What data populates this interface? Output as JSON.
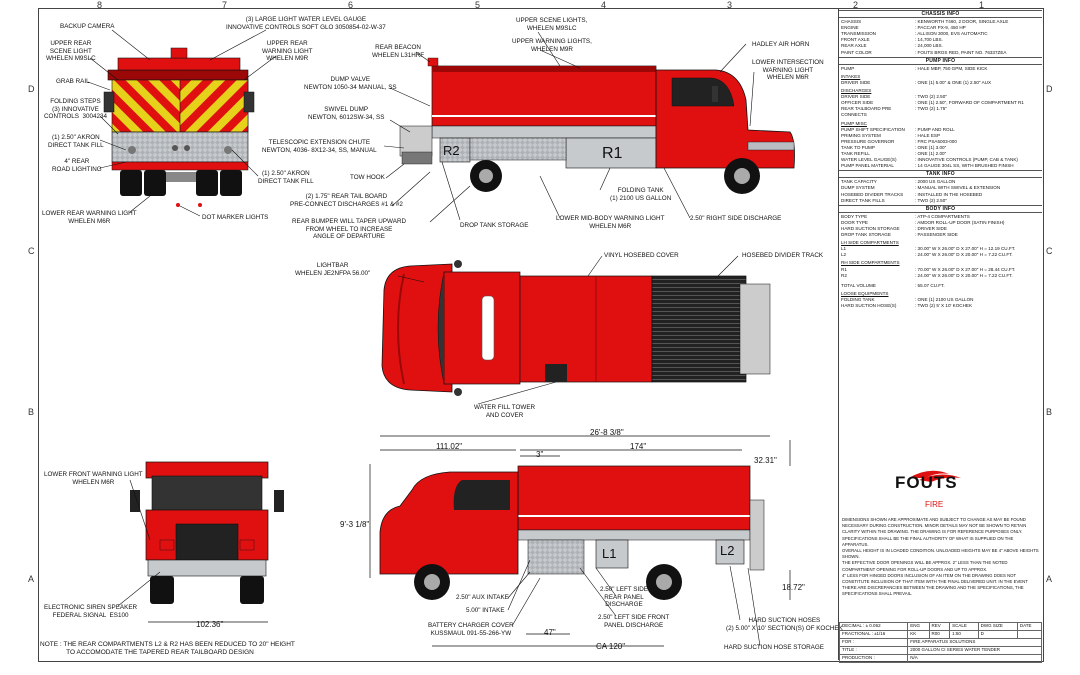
{
  "grid": {
    "top_numbers": [
      "8",
      "7",
      "6",
      "5",
      "4",
      "3",
      "2",
      "1"
    ],
    "side_letters": [
      "D",
      "C",
      "B",
      "A"
    ]
  },
  "callouts": {
    "backup_camera": "BACKUP CAMERA",
    "upper_rear_scene": "UPPER REAR\nSCENE LIGHT\nWHELEN M9SLC",
    "grab_rail": "GRAB RAIL",
    "folding_steps": "FOLDING STEPS\n(3) INNOVATIVE\nCONTROLS  3004234",
    "akron_fill_left": "(1) 2.50\" AKRON\nDIRECT TANK FILL",
    "road_lighting": "4\" REAR\nROAD LIGHTING",
    "lower_rear_warning": "LOWER REAR WARNING LIGHT\nWHELEN M6R",
    "dot_marker": "DOT MARKER LIGHTS",
    "akron_fill_right": "(1) 2.50\" AKRON\nDIRECT TANK FILL",
    "water_gauge": "(3) LARGE LIGHT WATER LEVEL GAUGE\nINNOVATIVE CONTROLS SOFT GLO 3050854-02-W-37",
    "upper_rear_warning": "UPPER REAR\nWARNING LIGHT\nWHELEN M9R",
    "rear_beacon": "REAR BEACON\nWHELEN L31HRF",
    "upper_scene": "UPPER SCENE LIGHTS,\nWHELEN M9SLC",
    "upper_warning": "UPPER WARNING LIGHTS,\nWHELEN M9R",
    "dump_valve": "DUMP VALVE\nNEWTON 1050-34 MANUAL, SS",
    "swivel_dump": "SWIVEL DUMP\nNEWTON, 6012SW-34, SS",
    "telescopic_chute": "TELESCOPIC EXTENSION CHUTE\nNEWTON, 4036- 8X12-34, SS, MANUAL",
    "tow_hook": "TOW HOOK",
    "preconnect": "(2) 1.75\" REAR TAIL BOARD\nPRE-CONNECT DISCHARGES #1 & #2",
    "rear_bumper": "REAR BUMPER WILL TAPER UPWARD\nFROM WHEEL TO INCREASE\nANGLE OF DEPARTURE",
    "drop_tank": "DROP TANK STORAGE",
    "lower_mid_body": "LOWER MID-BODY WARNING LIGHT\nWHELEN M6R",
    "folding_tank": "FOLDING TANK\n(1) 2100 US GALLON",
    "right_discharge": "2.50\" RIGHT SIDE DISCHARGE",
    "air_horn": "HADLEY AIR HORN",
    "lower_intersection": "LOWER INTERSECTION\nWARNING LIGHT\nWHELEN M6R",
    "lightbar": "LIGHTBAR\nWHELEN JE2NFPA 56.00\"",
    "vinyl_cover": "VINYL HOSEBED COVER",
    "hosebed_track": "HOSEBED DIVIDER TRACK",
    "fill_tower": "WATER FILL TOWER\nAND COVER",
    "lower_front_warning": "LOWER FRONT WARNING LIGHT\nWHELEN M6R",
    "siren_speaker": "ELECTRONIC SIREN SPEAKER\nFEDERAL SIGNAL  ES100",
    "aux_intake": "2.50\" AUX INTAKE",
    "intake_5": "5.00\" INTAKE",
    "battery_charger": "BATTERY CHARGER COVER\nKUSSMAUL 091-55-266-YW",
    "left_rear_discharge": "2.50\" LEFT SIDE\nREAR PANEL\nDISCHARGE",
    "left_front_discharge": "2.50\" LEFT SIDE FRONT\nPANEL DISCHARGE",
    "suction_hoses": "HARD SUCTION HOSES\n(2) 5.00\" X 10' SECTION(S) OF KOCHEK",
    "suction_storage": "HARD SUCTION HOSE  STORAGE"
  },
  "compartment_labels": {
    "r2": "R2",
    "r1": "R1",
    "l1": "L1",
    "l2": "L2"
  },
  "dimensions": {
    "overall_length": "26'-8 3/8\"",
    "front_section": "111.02\"",
    "body_len": "174\"",
    "small_gap": "3\"",
    "height": "9'-3 1/8\"",
    "overhang_top": "32.31\"",
    "rear_overhang": "18.72\"",
    "front_width": "102.36\"",
    "wheel_to_rear": "47\"",
    "ca": "CA 120\""
  },
  "bottom_note": "NOTE : THE REAR COMPARTMENTS L2 & R2 HAS BEEN REDUCED TO 20\" HEIGHT\nTO ACCOMODATE THE TAPERED REAR TAILBOARD DESIGN",
  "panel": {
    "chassis_title": "CHASSIS INFO",
    "chassis": [
      [
        "CHASSIS",
        ": KENWORTH T460, 2 DOOR, SINGLE AXLE"
      ],
      [
        "ENGINE",
        ": PACCAR PX-9, 450 HP"
      ],
      [
        "TRANSMISSION",
        ": ALLISON 3000, EVS AUTOMATIC"
      ],
      [
        "FRONT AXLE",
        ": 14,700 LBS."
      ],
      [
        "REAR AXLE",
        ": 24,000 LBS."
      ],
      [
        "PAINT COLOR",
        ": FOUTS BROS RED, PAINT NO. 76337ZEA"
      ]
    ],
    "pump_title": "PUMP INFO",
    "pump": [
      [
        "PUMP",
        ": HALE MBP, 750 GPM, SIDE KICK"
      ]
    ],
    "intakes_h": "INTAKES",
    "intakes": [
      [
        "DRIVER SIDE",
        ": ONE (1) 5.00\" & ONE (1) 2.50\" AUX"
      ]
    ],
    "discharges_h": "DISCHARGES",
    "discharges": [
      [
        "DRIVER SIDE",
        ": TWO (2) 2.50\""
      ],
      [
        "OFFICER SIDE",
        ": ONE (1) 2.50\", FORWARD OF COMPARTMENT R1"
      ],
      [
        "REAR TAILBOARD PRE CONNECTS",
        ": TWO (2) 1.75\""
      ]
    ],
    "pumpmisc_h": "PUMP MISC",
    "pumpmisc": [
      [
        "PUMP SHIFT SPECIFICATION",
        ": PUMP AND ROLL"
      ],
      [
        "PRIMING SYSTEM",
        ": HALE ESP"
      ],
      [
        "PRESSURE GOVERNOR",
        ": FRC PSA5003-000"
      ],
      [
        "TANK TO PUMP",
        ": ONE (1) 3.00\""
      ],
      [
        "TANK REFILL",
        ": ONE (1) 2.00\""
      ],
      [
        "WATER LEVEL GAUGE(S)",
        ": INNOVATIVE CONTROLS (PUMP, CAB & TANK)"
      ],
      [
        "PUMP PANEL MATERIAL",
        ": 14 GAUGE 304L SS, WITH BRUSHED FINISH"
      ]
    ],
    "tank_title": "TANK INFO",
    "tank": [
      [
        "TANK CAPACITY",
        ": 2000 US GALLON"
      ],
      [
        "DUMP SYSTEM",
        ": MANUAL WITH SWIVEL & EXTENSION"
      ],
      [
        "HOSEBED DIVIDER TRACKS",
        ": INSTALLED IN THE HOSEBED"
      ],
      [
        "DIRECT TANK FILLS",
        ": TWO (2) 2.50\""
      ]
    ],
    "body_title": "BODY INFO",
    "body": [
      [
        "BODY TYPE",
        ": ATP-4 COMPARTMENTS"
      ],
      [
        "DOOR TYPE",
        ": AMDOR ROLL-UP DOOR (SATIN FINISH)"
      ],
      [
        "HARD SUCTION STORAGE",
        ": DRIVER SIDE"
      ],
      [
        "DROP TANK STORAGE",
        ": PASSENGER SIDE"
      ]
    ],
    "ls_h": "LH SIDE COMPARTMENTS",
    "ls": [
      [
        "L1",
        ": 30.00\" W X 26.00\" D X 27.00\" H = 12.19 CU.FT."
      ],
      [
        "L2",
        ": 24.00\" W X 26.00\" D X 20.00\" H = 7.22 CU.FT."
      ]
    ],
    "rs_h": "RH SIDE COMPARTMENTS",
    "rs": [
      [
        "R1",
        ": 70.00\" W X 26.00\" D X 27.00\" H = 28.44 CU.FT."
      ],
      [
        "R2",
        ": 24.00\" W X 26.00\" D X 20.00\" H = 7.22 CU.FT."
      ]
    ],
    "total": [
      [
        "TOTAL VOLUME",
        ": 55.07 CU.FT."
      ]
    ],
    "loose_h": "LOOSE EQUIPMENTS",
    "loose": [
      [
        "FOLDING TANK",
        ": ONE (1) 2100 US GALLON"
      ],
      [
        "HARD SUCTION HOSE(S)",
        ": TWO (2) 5' X 10' KOCHEK"
      ]
    ],
    "logo_text": "FOUTS",
    "logo_sub": "FIRE",
    "notes": "DIMENSIONS SHOWN ARE APPROXIMATE AND SUBJECT TO CHANGE AS MAY BE FOUND NECESSARY DURING CONSTRUCTION. MINOR DETAILS MAY NOT BE SHOWN TO RETAIN CLARITY WITHIN THE DRAWING. THE DRAWING IS FOR REFERENCE PURPOSES ONLY. SPECIFICATIONS SHALL BE THE FINAL AUTHORITY OF WHAT IS SUPPLIED ON THE APPARATUS.\nOVERALL HEIGHT IS IN LOADED CONDITION. UNLOADED HEIGHTS MAY BE 4\" ABOVE HEIGHTS SHOWN.\nTHE EFFECTIVE DOOR OPENINGS WILL BE APPROX. 2\" LESS THAN THE NOTED COMPARTMENT OPENING FOR ROLL-UP DOORS AND UP TO APPROX.\n4\" LESS FOR HINGED DOORS INCLUSION OF AN ITEM ON THE DRAWING DOES NOT CONSTITUTE INCLUSION OF THAT ITEM WITH THE FINAL DELIVERED UNIT. IN THE EVENT THERE ARE DISCREPANCIES BETWEEN THE DRAWING AND THE SPECIFICATIONS, THE SPECIFICATIONS SHALL PREVAIL.",
    "title_block": {
      "decimal": "DECIMAL    : ± 0.062",
      "fractional": "FRACTIONAL : ±1/16",
      "eng_h": "ENG",
      "rev_h": "REV",
      "scale_h": "SCALE",
      "dwg_h": "DWG SIZE",
      "date_h": "DATE",
      "eng": "KK",
      "rev": "R00",
      "scale": "1:50",
      "dwg": "D",
      "date": "",
      "for_k": "FOR :",
      "for_v": "FIRE APPARATUS SOLUTIONS",
      "title_k": "TITLE :",
      "title_v": "2000 GALLON CI SERIES WATER TENDER",
      "prod_k": "PRODUCTION :",
      "prod_v": "N/A"
    }
  },
  "colors": {
    "red": "#e01010",
    "dark_red": "#9c0808",
    "chevron_yellow": "#e6d21a",
    "steel": "#b9bdc2"
  }
}
